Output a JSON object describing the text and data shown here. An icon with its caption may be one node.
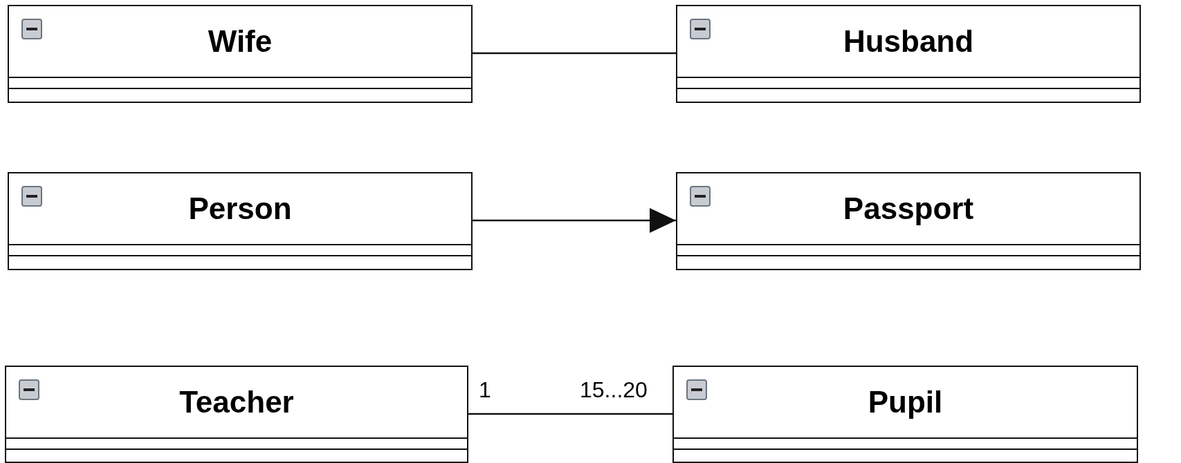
{
  "diagram": {
    "nodes": [
      {
        "text": [
          "Wife"
        ]
      },
      {
        "text": [
          "Husband"
        ]
      },
      {
        "text": [
          "Person"
        ]
      },
      {
        "text": [
          "Passport"
        ]
      },
      {
        "text": [
          "Teacher"
        ]
      },
      {
        "text": [
          "Pupil"
        ]
      }
    ],
    "edges": [
      {
        "from": 0,
        "to": 1,
        "arrow": "none"
      },
      {
        "from": 2,
        "to": 3,
        "arrow": "to"
      },
      {
        "from": 4,
        "to": 5,
        "arrow": "none"
      }
    ],
    "labels": [
      "1",
      "15...20"
    ]
  }
}
